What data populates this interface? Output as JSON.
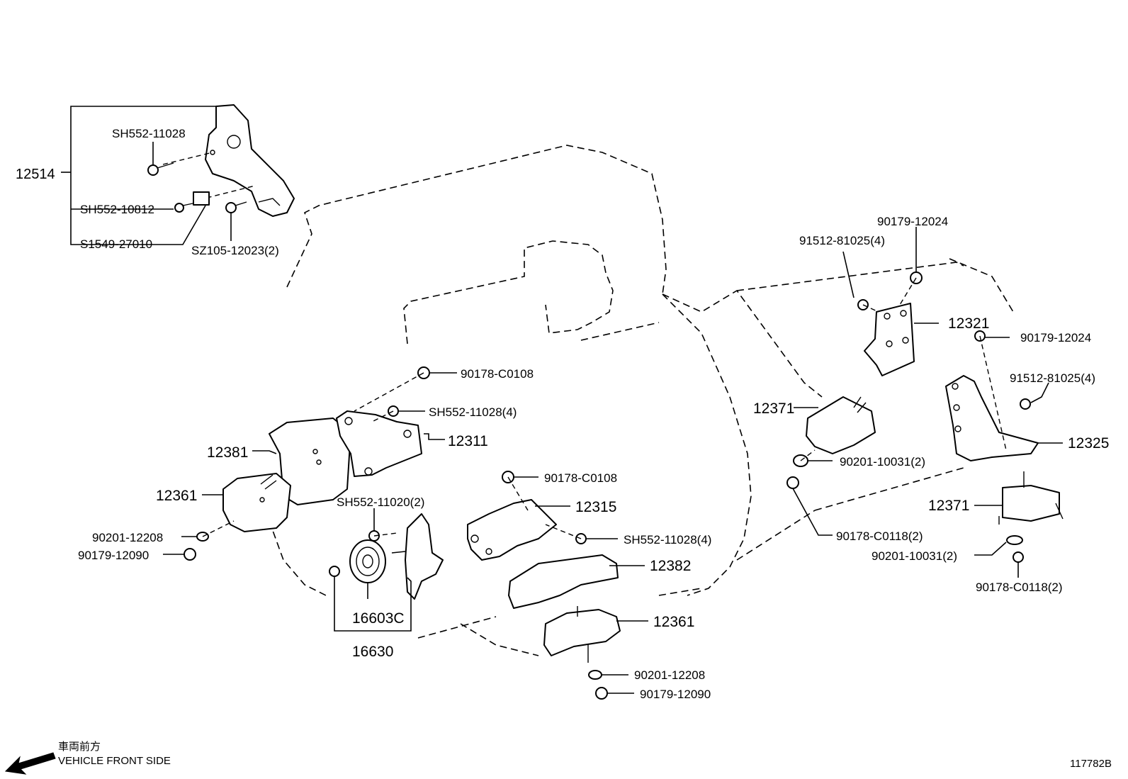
{
  "labels": {
    "p12514": "12514",
    "sh552_11028_top": "SH552-11028",
    "sh552_10812": "SH552-10812",
    "s1549_27010": "S1549-27010",
    "sz105_12023": "SZ105-12023(2)",
    "p90179_12024_a": "90179-12024",
    "p91512_81025_a": "91512-81025(4)",
    "p12321": "12321",
    "p90179_12024_b": "90179-12024",
    "p91512_81025_b": "91512-81025(4)",
    "p12325": "12325",
    "p12371_a": "12371",
    "p90201_10031_a": "90201-10031(2)",
    "p12371_b": "12371",
    "p90178_c0118_a": "90178-C0118(2)",
    "p90201_10031_b": "90201-10031(2)",
    "p90178_c0118_b": "90178-C0118(2)",
    "p90178_c0108_a": "90178-C0108",
    "sh552_11028_4a": "SH552-11028(4)",
    "p12311": "12311",
    "p12381": "12381",
    "p12361_a": "12361",
    "p90201_12208_a": "90201-12208",
    "p90179_12090_a": "90179-12090",
    "sh552_11020": "SH552-11020(2)",
    "p16603c": "16603C",
    "p16630": "16630",
    "p90178_c0108_b": "90178-C0108",
    "p12315": "12315",
    "sh552_11028_4b": "SH552-11028(4)",
    "p12382": "12382",
    "p12361_b": "12361",
    "p90201_12208_b": "90201-12208",
    "p90179_12090_b": "90179-12090"
  },
  "footer": {
    "front_jp": "車両前方",
    "front_en": "VEHICLE FRONT SIDE",
    "diagram_id": "117782B"
  }
}
